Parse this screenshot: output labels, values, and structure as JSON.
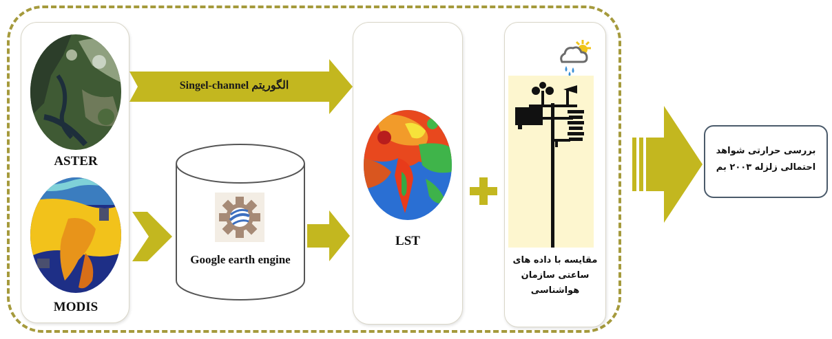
{
  "sources": {
    "aster_label": "ASTER",
    "modis_label": "MODIS"
  },
  "algorithm": {
    "label": "Singel-channel الگوریتم"
  },
  "gee": {
    "label": "Google earth engine",
    "icon": "google-earth-engine-logo"
  },
  "lst": {
    "label": "LST"
  },
  "weather": {
    "icon": "cloud-sun-rain-icon",
    "lines": [
      "مقایسه با داده های",
      "ساعتی سازمان",
      "هواشناسی"
    ]
  },
  "result": {
    "lines": [
      "بررسی  حرارتی شواهد",
      "احتمالی زلزله ۲۰۰۳ بم"
    ]
  },
  "colors": {
    "arrow": "#c3b71f",
    "frame": "#a59a3c",
    "plus": "#c3b71f"
  }
}
